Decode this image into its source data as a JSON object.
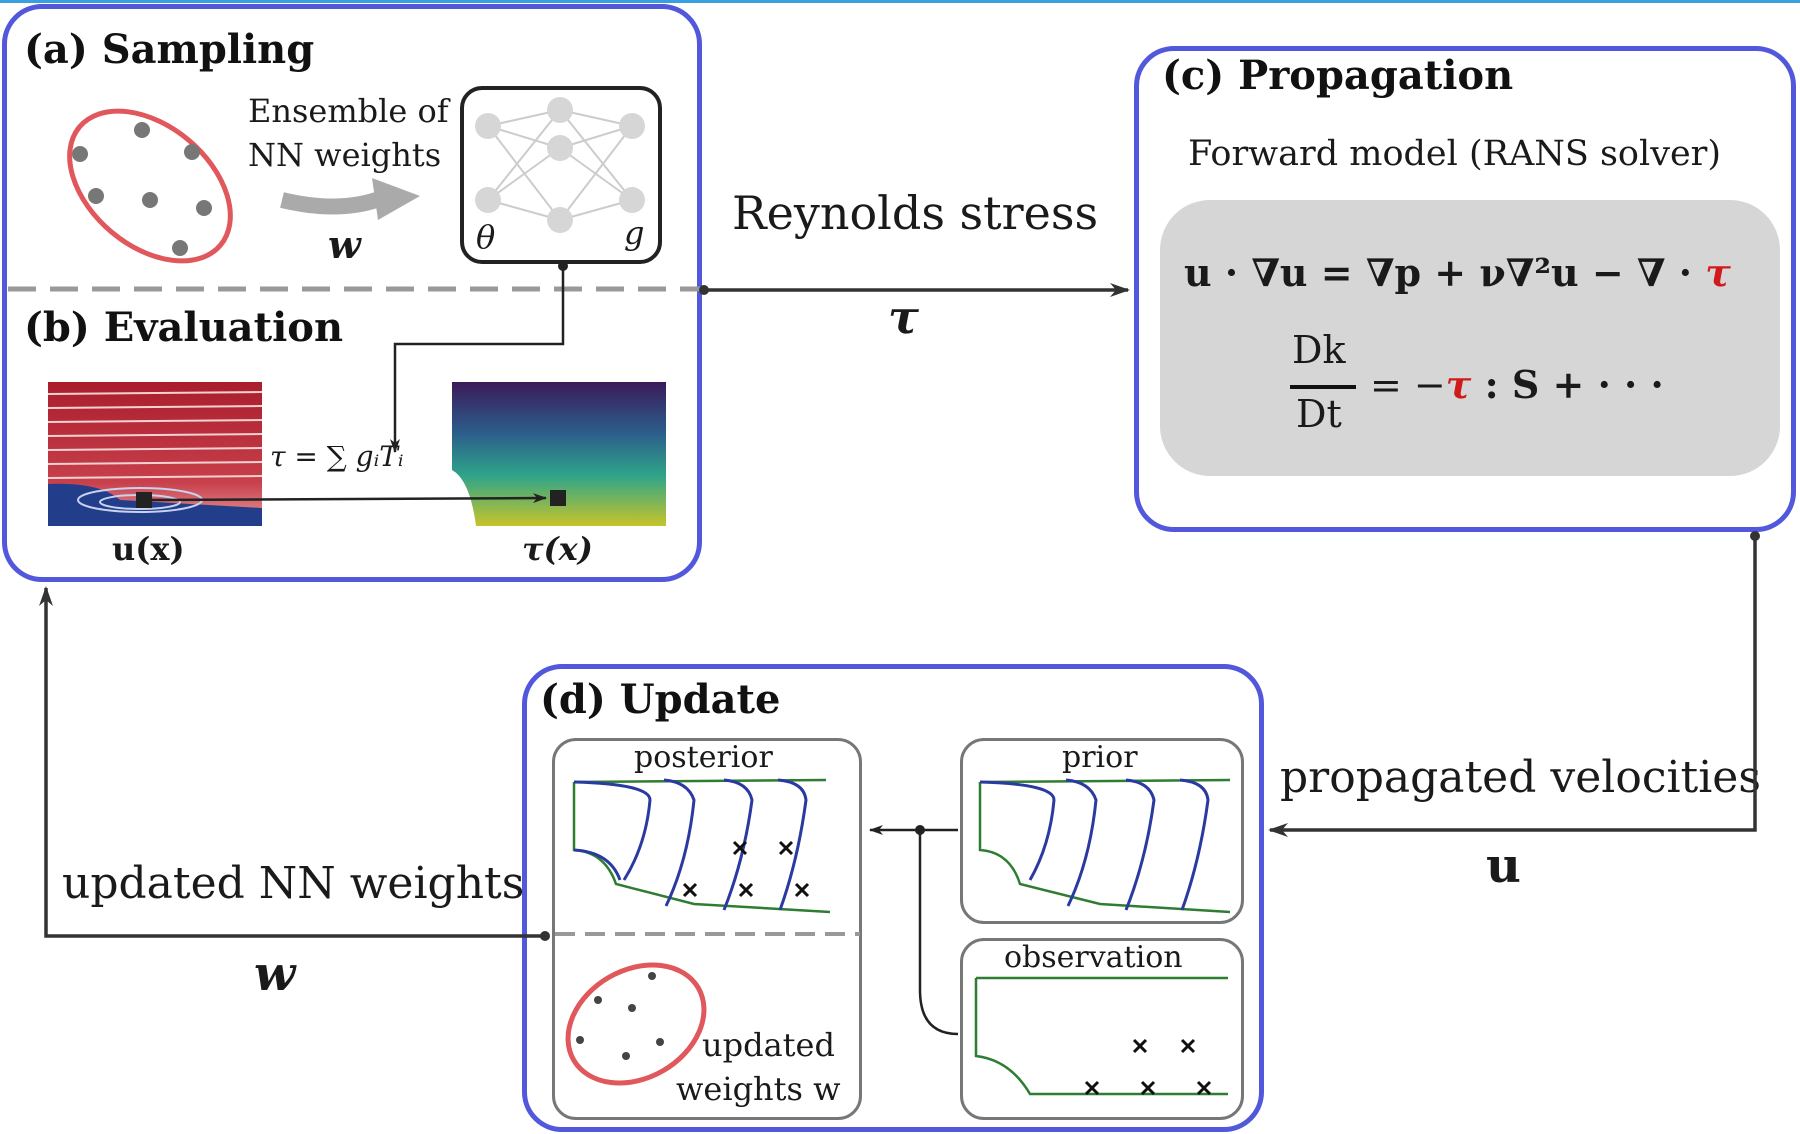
{
  "panels": {
    "sampling": {
      "title": "(a) Sampling",
      "ensemble_line1": "Ensemble of",
      "ensemble_line2": "NN weights",
      "arrow_symbol": "w",
      "nn_theta": "θ",
      "nn_g": "g"
    },
    "evaluation": {
      "title": "(b) Evaluation",
      "formula": "τ = ∑ gᵢTᵢ",
      "u_label": "u(x)",
      "tau_label": "τ(x)"
    },
    "propagation": {
      "title": "(c) Propagation",
      "subtitle": "Forward model (RANS solver)",
      "eq1_lhs": "u · ∇u = ∇p + ν∇²u − ∇ · ",
      "eq1_tau": "τ",
      "eq2_num": "Dk",
      "eq2_den": "Dt",
      "eq2_mid": "= −",
      "eq2_tau": "τ",
      "eq2_rest": " :  S + · · ·"
    },
    "update": {
      "title": "(d) Update",
      "posterior_label": "posterior",
      "prior_label": "prior",
      "observation_label": "observation",
      "updated_line1": "updated",
      "updated_line2": "weights w"
    }
  },
  "connectors": {
    "reynolds_label": "Reynolds stress",
    "reynolds_symbol": "τ",
    "propagated_label": "propagated velocities",
    "propagated_symbol": "u",
    "updated_label": "updated NN weights",
    "updated_symbol": "w"
  },
  "colors": {
    "panel_border": "#5258db",
    "ellipse": "#e0575c",
    "arrow": "#333333",
    "tau_red": "#d11a1a",
    "equation_bg": "#d6d6d6"
  }
}
